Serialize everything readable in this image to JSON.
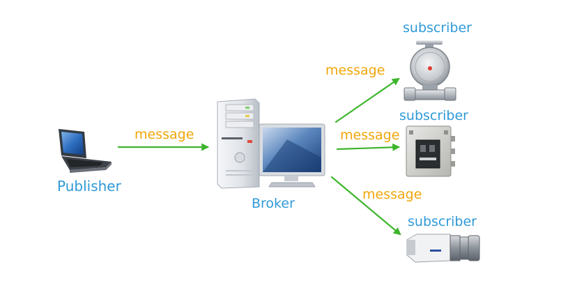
{
  "colors": {
    "node_label": "#2e9ad8",
    "message_label": "#f0a60a",
    "arrow": "#3db52c"
  },
  "nodes": {
    "publisher": {
      "label": "Publisher",
      "icon": "laptop-icon"
    },
    "broker": {
      "label": "Broker",
      "icon": "server-monitor-icon"
    },
    "subscribers": [
      {
        "label": "subscriber",
        "icon": "flow-meter-icon"
      },
      {
        "label": "subscriber",
        "icon": "electrical-box-icon"
      },
      {
        "label": "subscriber",
        "icon": "camera-sensor-icon"
      }
    ]
  },
  "edges": [
    {
      "from": "publisher",
      "to": "broker",
      "label": "message"
    },
    {
      "from": "broker",
      "to": "subscriber-1",
      "label": "message"
    },
    {
      "from": "broker",
      "to": "subscriber-2",
      "label": "message"
    },
    {
      "from": "broker",
      "to": "subscriber-3",
      "label": "message"
    }
  ]
}
